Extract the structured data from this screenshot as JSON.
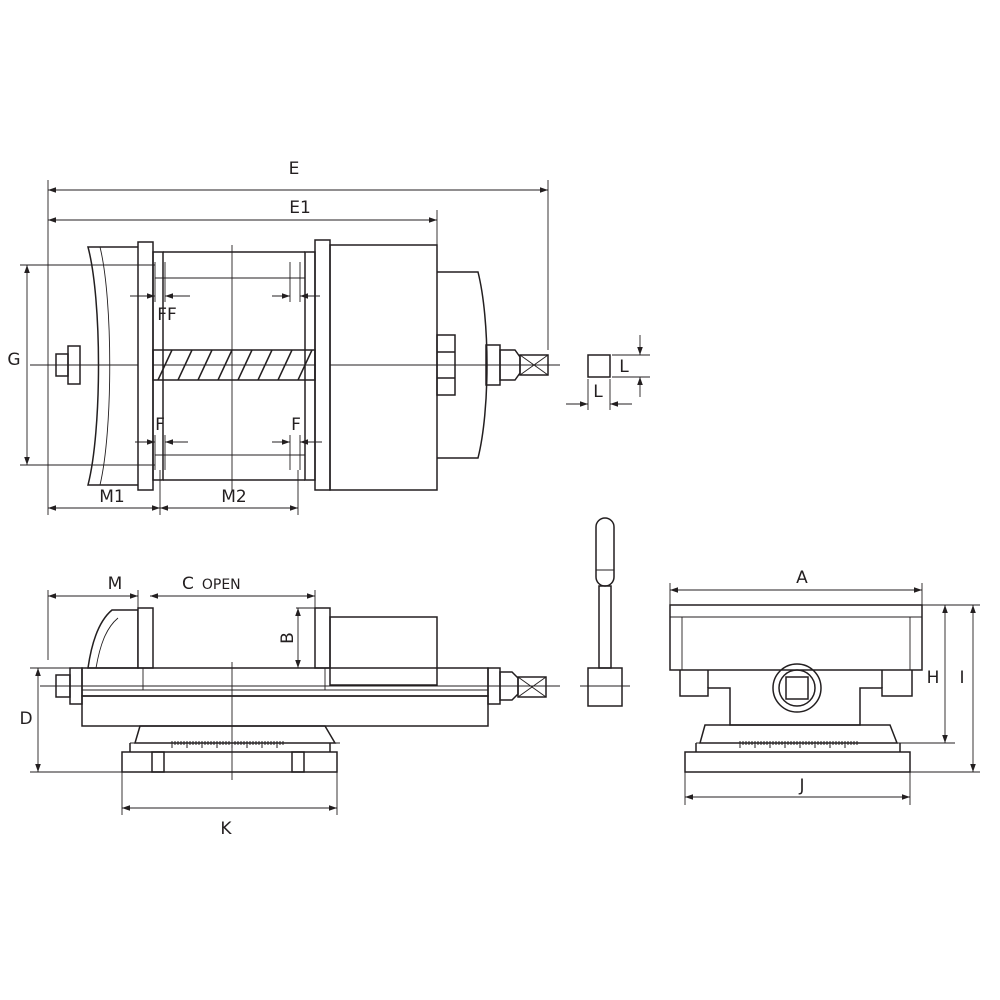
{
  "labels": {
    "E": "E",
    "E1": "E1",
    "G": "G",
    "FF": "FF",
    "F_left": "F",
    "F_right": "F",
    "M1": "M1",
    "M2": "M2",
    "L_vertical": "L",
    "L_horizontal": "L",
    "M": "M",
    "C": "C",
    "C_open": "OPEN",
    "B": "B",
    "D": "D",
    "K": "K",
    "A": "A",
    "H": "H",
    "I": "I",
    "J": "J"
  },
  "colors": {
    "line": "#231f20",
    "background": "#ffffff"
  }
}
